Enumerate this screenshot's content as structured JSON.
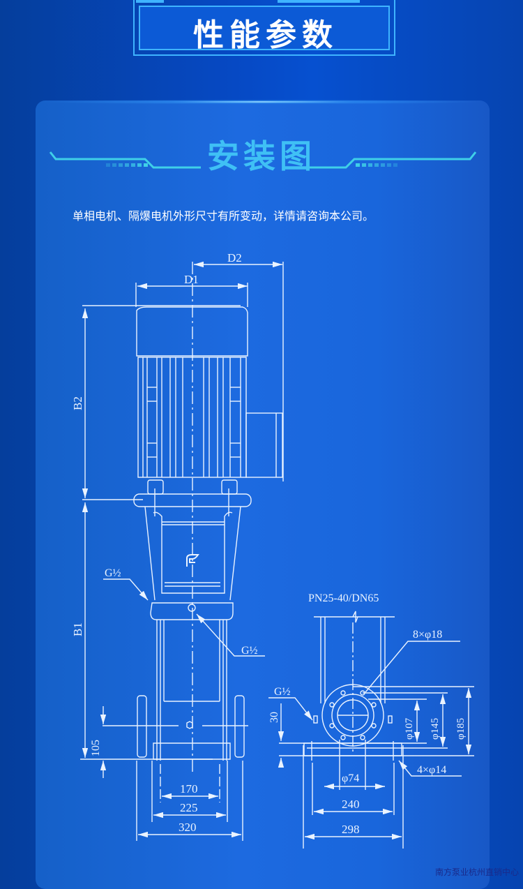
{
  "header": {
    "title": "性能参数"
  },
  "section": {
    "title": "安装图",
    "note": "单相电机、隔爆电机外形尺寸有所变动，详情请咨询本公司。"
  },
  "drawing": {
    "front_view": {
      "labels": {
        "d1": "D1",
        "d2": "D2",
        "b1": "B1",
        "b2": "B2",
        "g_left": "G½",
        "g_right": "G½",
        "height_105": "105",
        "width_170": "170",
        "width_225": "225",
        "width_320": "320"
      }
    },
    "side_view": {
      "labels": {
        "flange": "PN25-40/DN65",
        "bolts": "8×φ18",
        "g": "G½",
        "height_30": "30",
        "dia_107": "φ107",
        "dia_145": "φ145",
        "dia_185": "φ185",
        "dia_74": "φ74",
        "base_holes": "4×φ14",
        "width_240": "240",
        "width_298": "298"
      }
    }
  },
  "footer": {
    "credit": "南方泵业杭州直销中心"
  },
  "colors": {
    "accent": "#3fb4ff",
    "title_cyan": "#3fc0f5",
    "line": "#eaf3ff"
  }
}
